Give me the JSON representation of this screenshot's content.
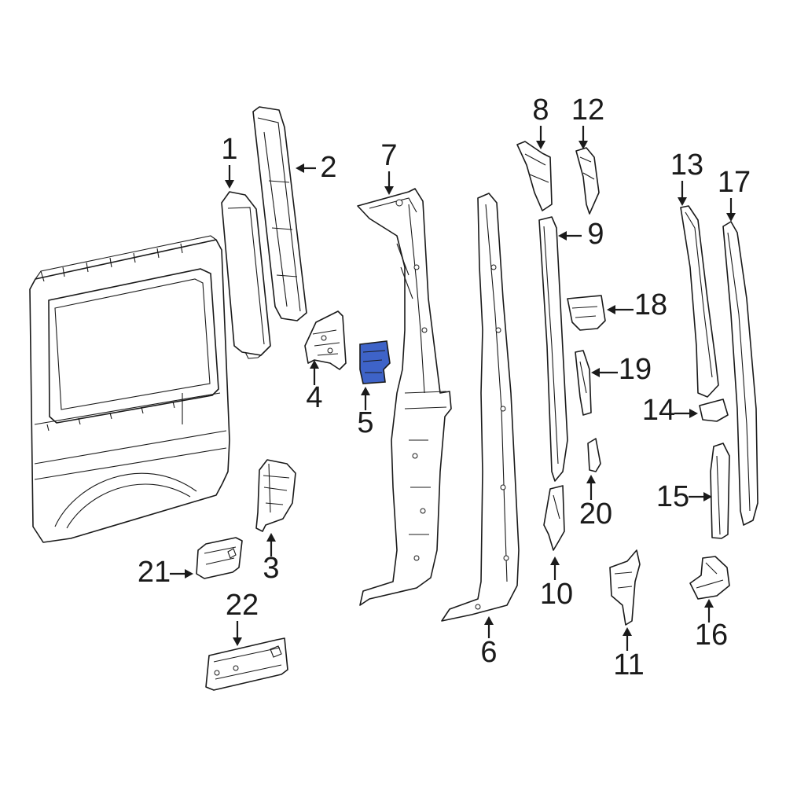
{
  "highlight_color": "#3e63c8",
  "highlighted_part": "5",
  "callouts": [
    {
      "number": "1"
    },
    {
      "number": "2"
    },
    {
      "number": "3"
    },
    {
      "number": "4"
    },
    {
      "number": "5"
    },
    {
      "number": "6"
    },
    {
      "number": "7"
    },
    {
      "number": "8"
    },
    {
      "number": "9"
    },
    {
      "number": "10"
    },
    {
      "number": "11"
    },
    {
      "number": "12"
    },
    {
      "number": "13"
    },
    {
      "number": "14"
    },
    {
      "number": "15"
    },
    {
      "number": "16"
    },
    {
      "number": "17"
    },
    {
      "number": "18"
    },
    {
      "number": "19"
    },
    {
      "number": "20"
    },
    {
      "number": "21"
    },
    {
      "number": "22"
    }
  ]
}
